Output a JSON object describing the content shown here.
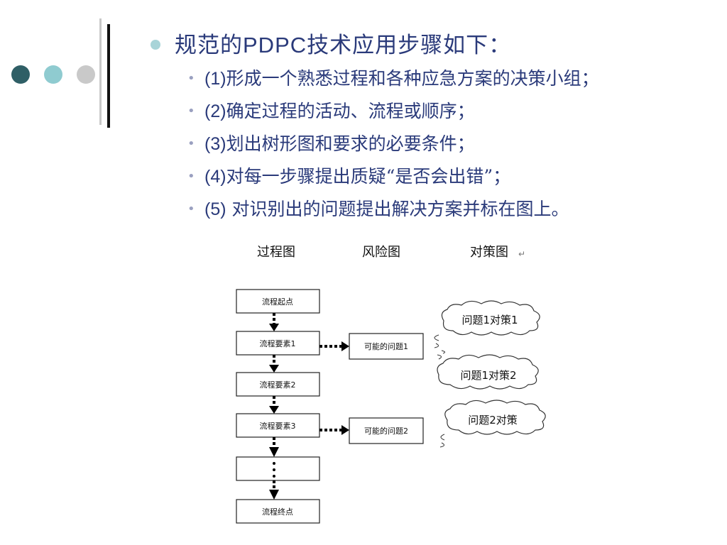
{
  "colors": {
    "dot_dark": "#2f5f66",
    "dot_mid": "#8fcbd0",
    "dot_light": "#c9c9c9",
    "bullet": "#a8d4d8",
    "text": "#2a3a7a"
  },
  "heading": {
    "prefix": "规范的",
    "latin": "PDPC",
    "suffix": "技术应用步骤如下："
  },
  "steps": [
    {
      "num": "(1)",
      "text": "形成一个熟悉过程和各种应急方案的决策小组；"
    },
    {
      "num": "(2)",
      "text": "确定过程的活动、流程或顺序；"
    },
    {
      "num": "(3)",
      "text": "划出树形图和要求的必要条件；"
    },
    {
      "num": "(4)",
      "text": "对每一步骤提出质疑“是否会出错”；"
    },
    {
      "num": "(5)",
      "text": " 对识别出的问题提出解决方案并标在图上。"
    }
  ],
  "diagram": {
    "column_headers": [
      "过程图",
      "风险图",
      "对策图"
    ],
    "return_mark": "↵",
    "process_nodes": [
      "流程起点",
      "流程要素1",
      "流程要素2",
      "流程要素3",
      "",
      "流程终点"
    ],
    "risk_nodes": [
      "可能的问题1",
      "可能的问题2"
    ],
    "countermeasures": [
      "问题1对策1",
      "问题1对策2",
      "问题2对策"
    ]
  }
}
